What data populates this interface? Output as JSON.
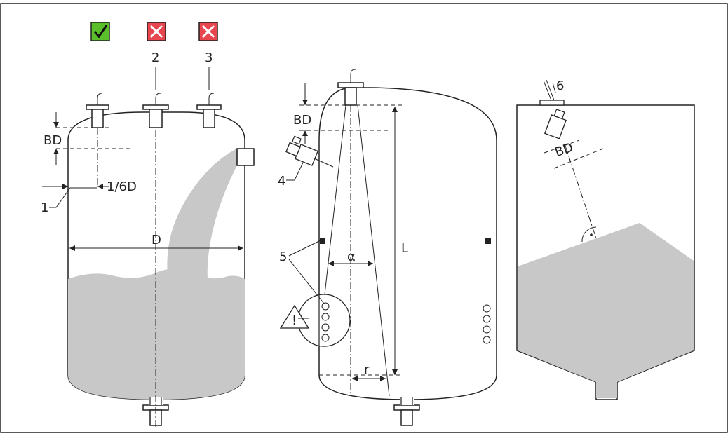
{
  "figure": {
    "status_icons": [
      {
        "icon": "check-icon",
        "state": "correct",
        "color": "#5bbf2c"
      },
      {
        "icon": "cross-icon",
        "state": "incorrect",
        "color": "#e8474f"
      },
      {
        "icon": "cross-icon",
        "state": "incorrect",
        "color": "#e8474f"
      }
    ],
    "callouts": {
      "n1": "1",
      "n2": "2",
      "n3": "3",
      "n4": "4",
      "n5": "5",
      "n6": "6"
    },
    "labels": {
      "bd": "BD",
      "sixth_d": "1/6D",
      "diameter": "D",
      "length": "L",
      "alpha": "α",
      "radius": "r",
      "warning": "!"
    },
    "colors": {
      "fluid": "#c8c8c8",
      "outline": "#222222",
      "check": "#5bbf2c",
      "cross": "#e8474f"
    }
  }
}
